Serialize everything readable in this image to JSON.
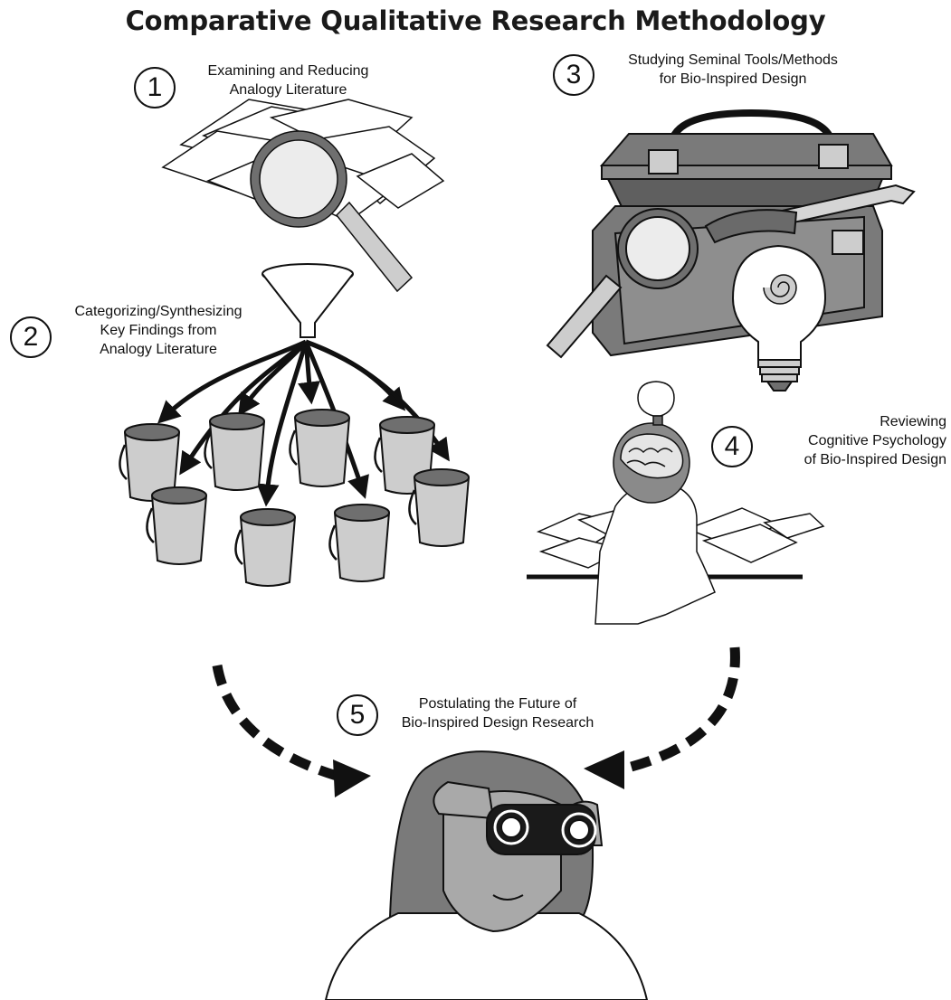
{
  "figure": {
    "title": "Comparative Qualitative Research Methodology"
  },
  "steps": [
    {
      "number": "1",
      "line1": "Examining and Reducing",
      "line2": "Analogy Literature"
    },
    {
      "number": "2",
      "line1": "Categorizing/Synthesizing",
      "line2": "Key Findings from",
      "line3": "Analogy Literature"
    },
    {
      "number": "3",
      "line1": "Studying Seminal Tools/Methods",
      "line2": "for Bio-Inspired Design"
    },
    {
      "number": "4",
      "line1": "Reviewing",
      "line2": "Cognitive Psychology",
      "line3": "of Bio-Inspired Design"
    },
    {
      "number": "5",
      "line1": "Postulating the Future of",
      "line2": "Bio-Inspired Design Research"
    }
  ],
  "colors": {
    "ink": "#111111",
    "dark_gray": "#6f6f6f",
    "mid_gray": "#9a9a9a",
    "light_gray": "#cdcdcd",
    "paper": "#ffffff"
  },
  "illustrations": [
    "papers-with-magnifier-icon",
    "funnel-icon",
    "bucket-icon",
    "toolbox-icon",
    "lightbulb-nautilus-icon",
    "researcher-with-brain-icon",
    "woman-with-binoculars-icon"
  ]
}
